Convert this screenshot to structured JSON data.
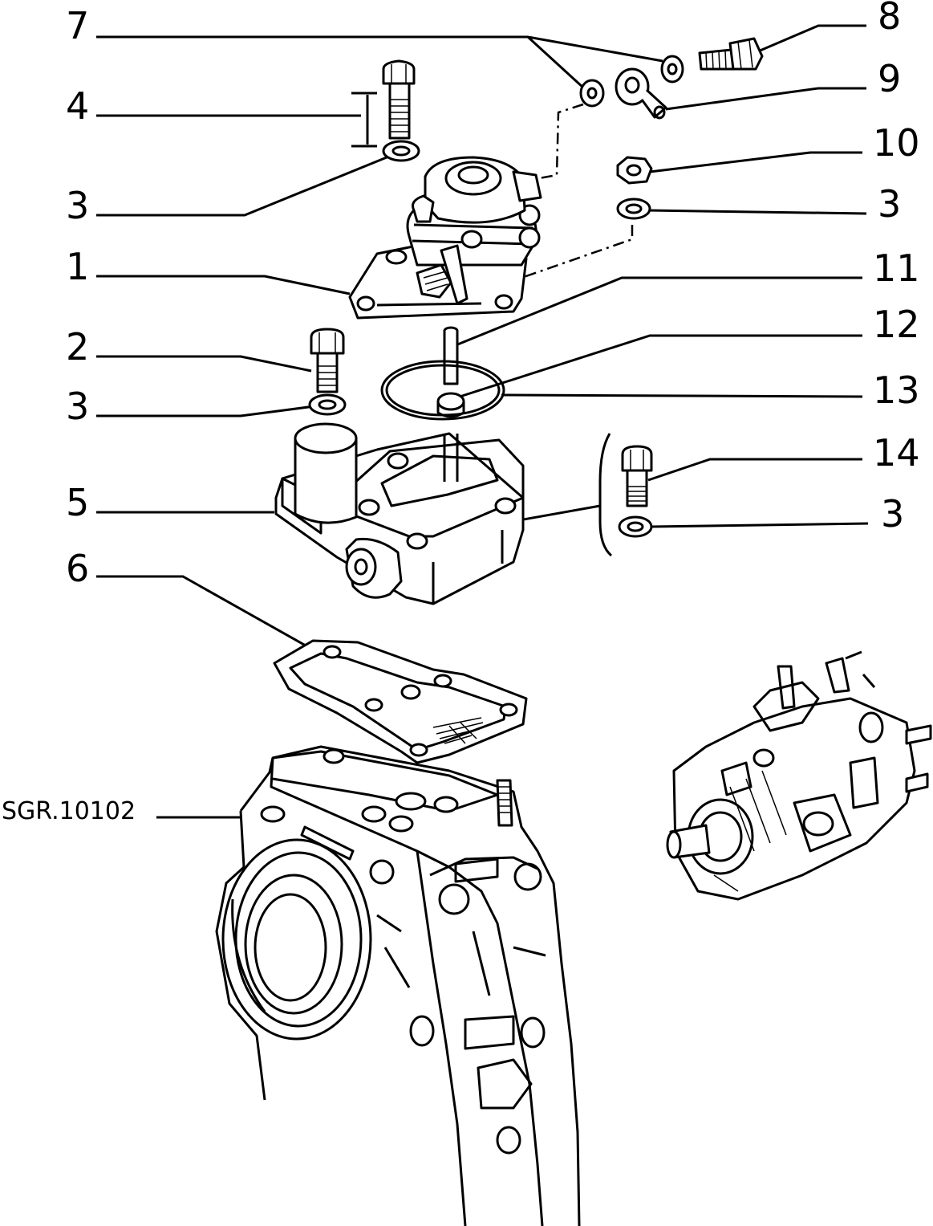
{
  "diagram": {
    "reference_code": "SGR.10102",
    "callouts": [
      {
        "id": "c7",
        "text": "7"
      },
      {
        "id": "c8",
        "text": "8"
      },
      {
        "id": "c9",
        "text": "9"
      },
      {
        "id": "c4",
        "text": "4"
      },
      {
        "id": "c10",
        "text": "10"
      },
      {
        "id": "c3a",
        "text": "3"
      },
      {
        "id": "c3b",
        "text": "3"
      },
      {
        "id": "c1",
        "text": "1"
      },
      {
        "id": "c11",
        "text": "11"
      },
      {
        "id": "c12",
        "text": "12"
      },
      {
        "id": "c2",
        "text": "2"
      },
      {
        "id": "c13",
        "text": "13"
      },
      {
        "id": "c3c",
        "text": "3"
      },
      {
        "id": "c14",
        "text": "14"
      },
      {
        "id": "c5",
        "text": "5"
      },
      {
        "id": "c3d",
        "text": "3"
      },
      {
        "id": "c6",
        "text": "6"
      }
    ]
  }
}
